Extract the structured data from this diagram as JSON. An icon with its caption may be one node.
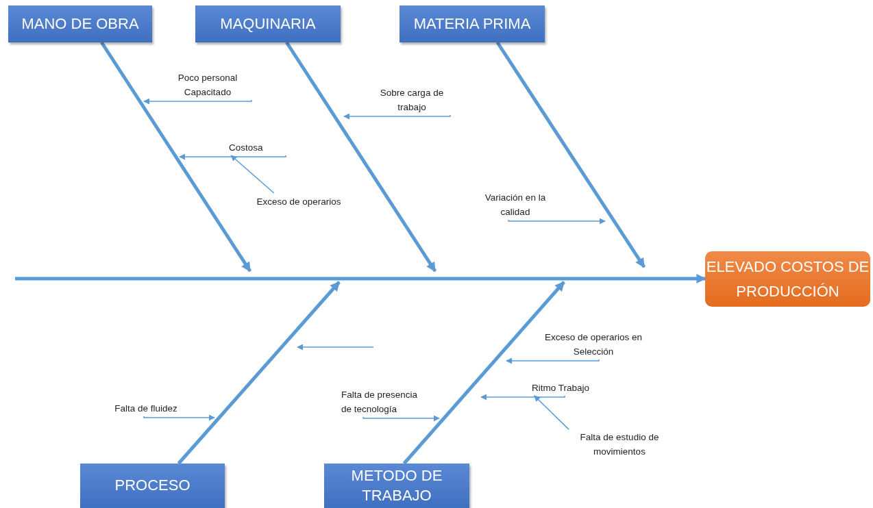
{
  "diagram": {
    "nodes": [
      {
        "text": [
          "MANO DE OBRA"
        ]
      },
      {
        "text": [
          "MAQUINARIA"
        ]
      },
      {
        "text": [
          "MATERIA PRIMA"
        ]
      },
      {
        "text": [
          "ELEVADO COSTOS DE PRODUCCIÓN"
        ]
      },
      {
        "text": [
          "PROCESO"
        ]
      },
      {
        "text": [
          "METODO DE TRABAJO"
        ]
      },
      {
        "text": [
          "Poco personal Capacitado"
        ]
      },
      {
        "text": [
          "Costosa"
        ]
      },
      {
        "text": [
          "Exceso de operarios"
        ]
      },
      {
        "text": [
          "Sobre carga de trabajo"
        ]
      },
      {
        "text": [
          "Variación en la calidad"
        ]
      },
      {
        "text": [
          "Falta de fluidez"
        ]
      },
      {
        "text": [
          "Falta de presencia de tecnología"
        ]
      },
      {
        "text": [
          "Exceso de operarios en Selección"
        ]
      },
      {
        "text": [
          "Ritmo Trabajo"
        ]
      },
      {
        "text": [
          "Falta de estudio de movimientos"
        ]
      }
    ],
    "edges": [
      {
        "from": null,
        "to": 3,
        "arrow": "to",
        "style": "thick"
      },
      {
        "from": 0,
        "to": null,
        "arrow": "to",
        "style": "thick"
      },
      {
        "from": 1,
        "to": null,
        "arrow": "to",
        "style": "thick"
      },
      {
        "from": 2,
        "to": null,
        "arrow": "to",
        "style": "thick"
      },
      {
        "from": 4,
        "to": null,
        "arrow": "to",
        "style": "thick"
      },
      {
        "from": 5,
        "to": null,
        "arrow": "to",
        "style": "thick"
      },
      {
        "from": 6,
        "to": null,
        "arrow": "to"
      },
      {
        "from": 7,
        "to": null,
        "arrow": "to"
      },
      {
        "from": 8,
        "to": 7,
        "arrow": "to"
      },
      {
        "from": 9,
        "to": null,
        "arrow": "to"
      },
      {
        "from": 10,
        "to": null,
        "arrow": "to"
      },
      {
        "from": 11,
        "to": null,
        "arrow": "to"
      },
      {
        "from": 12,
        "to": null,
        "arrow": "to"
      },
      {
        "from": 13,
        "to": null,
        "arrow": "to"
      },
      {
        "from": 14,
        "to": null,
        "arrow": "to"
      },
      {
        "from": 15,
        "to": 14,
        "arrow": "to"
      }
    ]
  }
}
